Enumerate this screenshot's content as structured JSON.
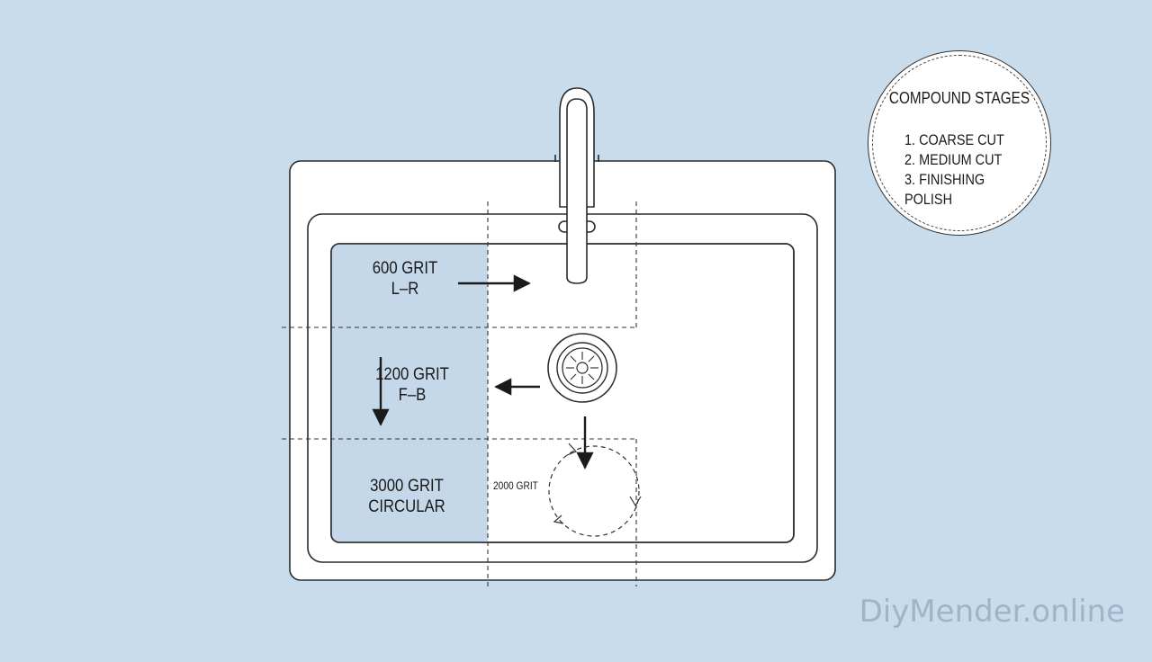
{
  "zones": [
    {
      "grit": "600 GRIT",
      "direction": "L–R"
    },
    {
      "grit": "1200 GRIT",
      "direction": "F–B"
    },
    {
      "grit": "3000 GRIT",
      "direction": "CIRCULAR"
    }
  ],
  "center_label": "2000 GRIT",
  "legend": {
    "title": "COMPOUND STAGES",
    "items": [
      "1. COARSE CUT",
      "2. MEDIUM CUT",
      "3. FINISHING POLISH"
    ]
  },
  "watermark": "DiyMender.online",
  "colors": {
    "background": "#c9dceb",
    "sink": "#ffffff",
    "shaded_zone": "#c5d8e9",
    "line": "#2b2b2b",
    "watermark": "#9fb4c8"
  }
}
